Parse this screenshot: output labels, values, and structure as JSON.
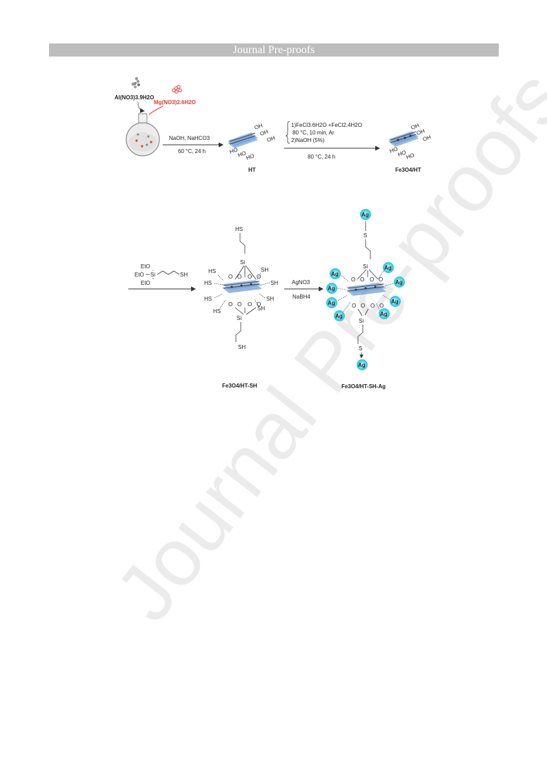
{
  "header": {
    "title": "Journal Pre-proofs"
  },
  "watermark": "Journal Pre-proofs",
  "scheme": {
    "step1": {
      "reagent_al": "Al(NO3)3.9H2O",
      "reagent_mg": "Mg(NO3)2.6H2O",
      "conditions_top": "NaOH, NaHCO3",
      "conditions_bottom": "60 °C, 24 h",
      "product": "HT"
    },
    "step2": {
      "cond_1": "1)FeCl3.6H2O +FeCl2.4H2O",
      "cond_2": "80 °C, 10 min, Ar",
      "cond_3": "2)NaOH (5%)",
      "cond_bottom": "80 °C, 24 h",
      "product": "Fe3O4/HT"
    },
    "step3": {
      "silane_eto1": "EtO",
      "silane_eto2": "EtO",
      "silane_eto3": "EtO",
      "silane_si": "Si",
      "silane_sh": "SH",
      "product": "Fe3O4/HT-SH"
    },
    "step4": {
      "cond_top": "AgNO3",
      "cond_bottom": "NaBH4",
      "product": "Fe3O4/HT-SH-Ag"
    },
    "labels": {
      "oh": "OH",
      "ho": "HO",
      "sh": "SH",
      "hs": "HS",
      "si": "Si",
      "s": "S",
      "ag": "Ag",
      "o": "O"
    }
  },
  "colors": {
    "header_bg": "#bdbdbd",
    "ag_fill": "#3fd4e8",
    "plate": "#8fb8e6",
    "mg_red": "#e23a3a"
  }
}
